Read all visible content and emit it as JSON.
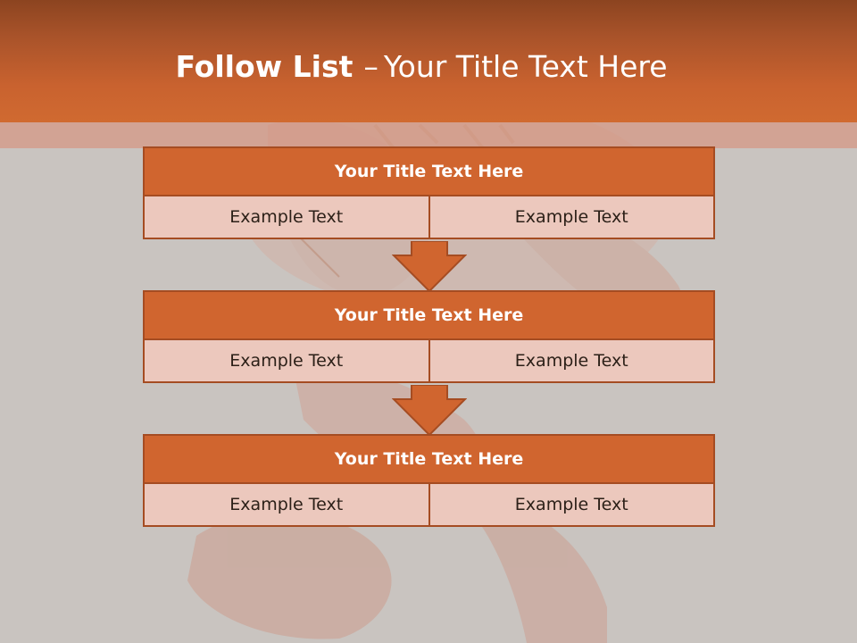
{
  "slide": {
    "title_bold": "Follow List",
    "title_separator": "–",
    "title_rest": "Your Title Text Here"
  },
  "colors": {
    "accent": "#d0652f",
    "accent_dark": "#a54c22",
    "cell_fill": "#ecc8bd",
    "background": "#c9c4c0"
  },
  "steps": [
    {
      "title": "Your Title Text Here",
      "left": "Example Text",
      "right": "Example Text"
    },
    {
      "title": "Your Title Text Here",
      "left": "Example Text",
      "right": "Example Text"
    },
    {
      "title": "Your Title Text Here",
      "left": "Example Text",
      "right": "Example Text"
    }
  ]
}
